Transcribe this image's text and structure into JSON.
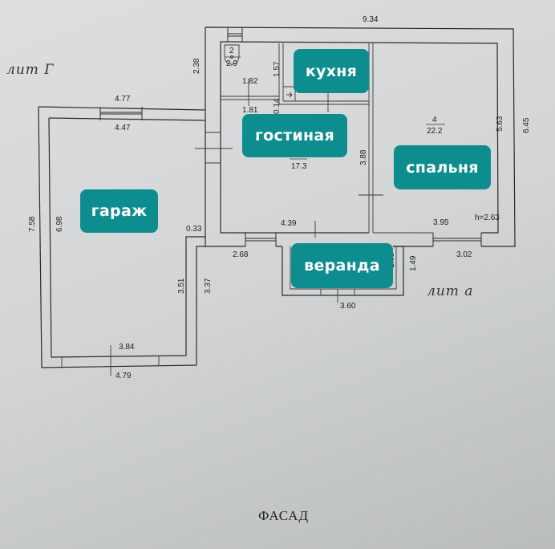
{
  "plan": {
    "labels": {
      "lit_g": "лит Г",
      "lit_a": "лит а",
      "facade": "ФАСАД"
    },
    "rooms": {
      "kitchen": "кухня",
      "living": "гостиная",
      "bedroom": "спальня",
      "garage": "гараж",
      "veranda": "веранда"
    },
    "room_numbers": {
      "bathroom_no": "2",
      "bathroom_area": "2.9",
      "bedroom_no": "4",
      "bedroom_area": "22.2",
      "living_area": "17.3"
    },
    "dimensions": {
      "overall_width": "9.34",
      "left_wing_height": "2.38",
      "bath_height": "1.57",
      "bath_width": "1.82",
      "corridor_width": "1.81",
      "partition": "0.14",
      "living_height": "3.88",
      "living_width": "4.39",
      "bedroom_height": "5.63",
      "overall_height": "6.45",
      "bedroom_width": "3.95",
      "ceiling_height": "h=2.63",
      "front_right": "3.02",
      "front_left": "2.68",
      "veranda_depth": "1.49",
      "veranda_inner": "1.05",
      "veranda_width": "3.60",
      "garage_outer_top": "4.77",
      "garage_inner_top": "4.47",
      "garage_outer_height": "7.58",
      "garage_inner_height": "6.98",
      "garage_step": "0.33",
      "garage_inner_right": "3.51",
      "garage_outer_right": "3.37",
      "garage_inner_bottom": "3.84",
      "garage_outer_bottom": "4.79"
    },
    "colors": {
      "label_bg": "#0e8d8f",
      "label_text": "#ffffff",
      "line": "#2b2b2b"
    }
  }
}
